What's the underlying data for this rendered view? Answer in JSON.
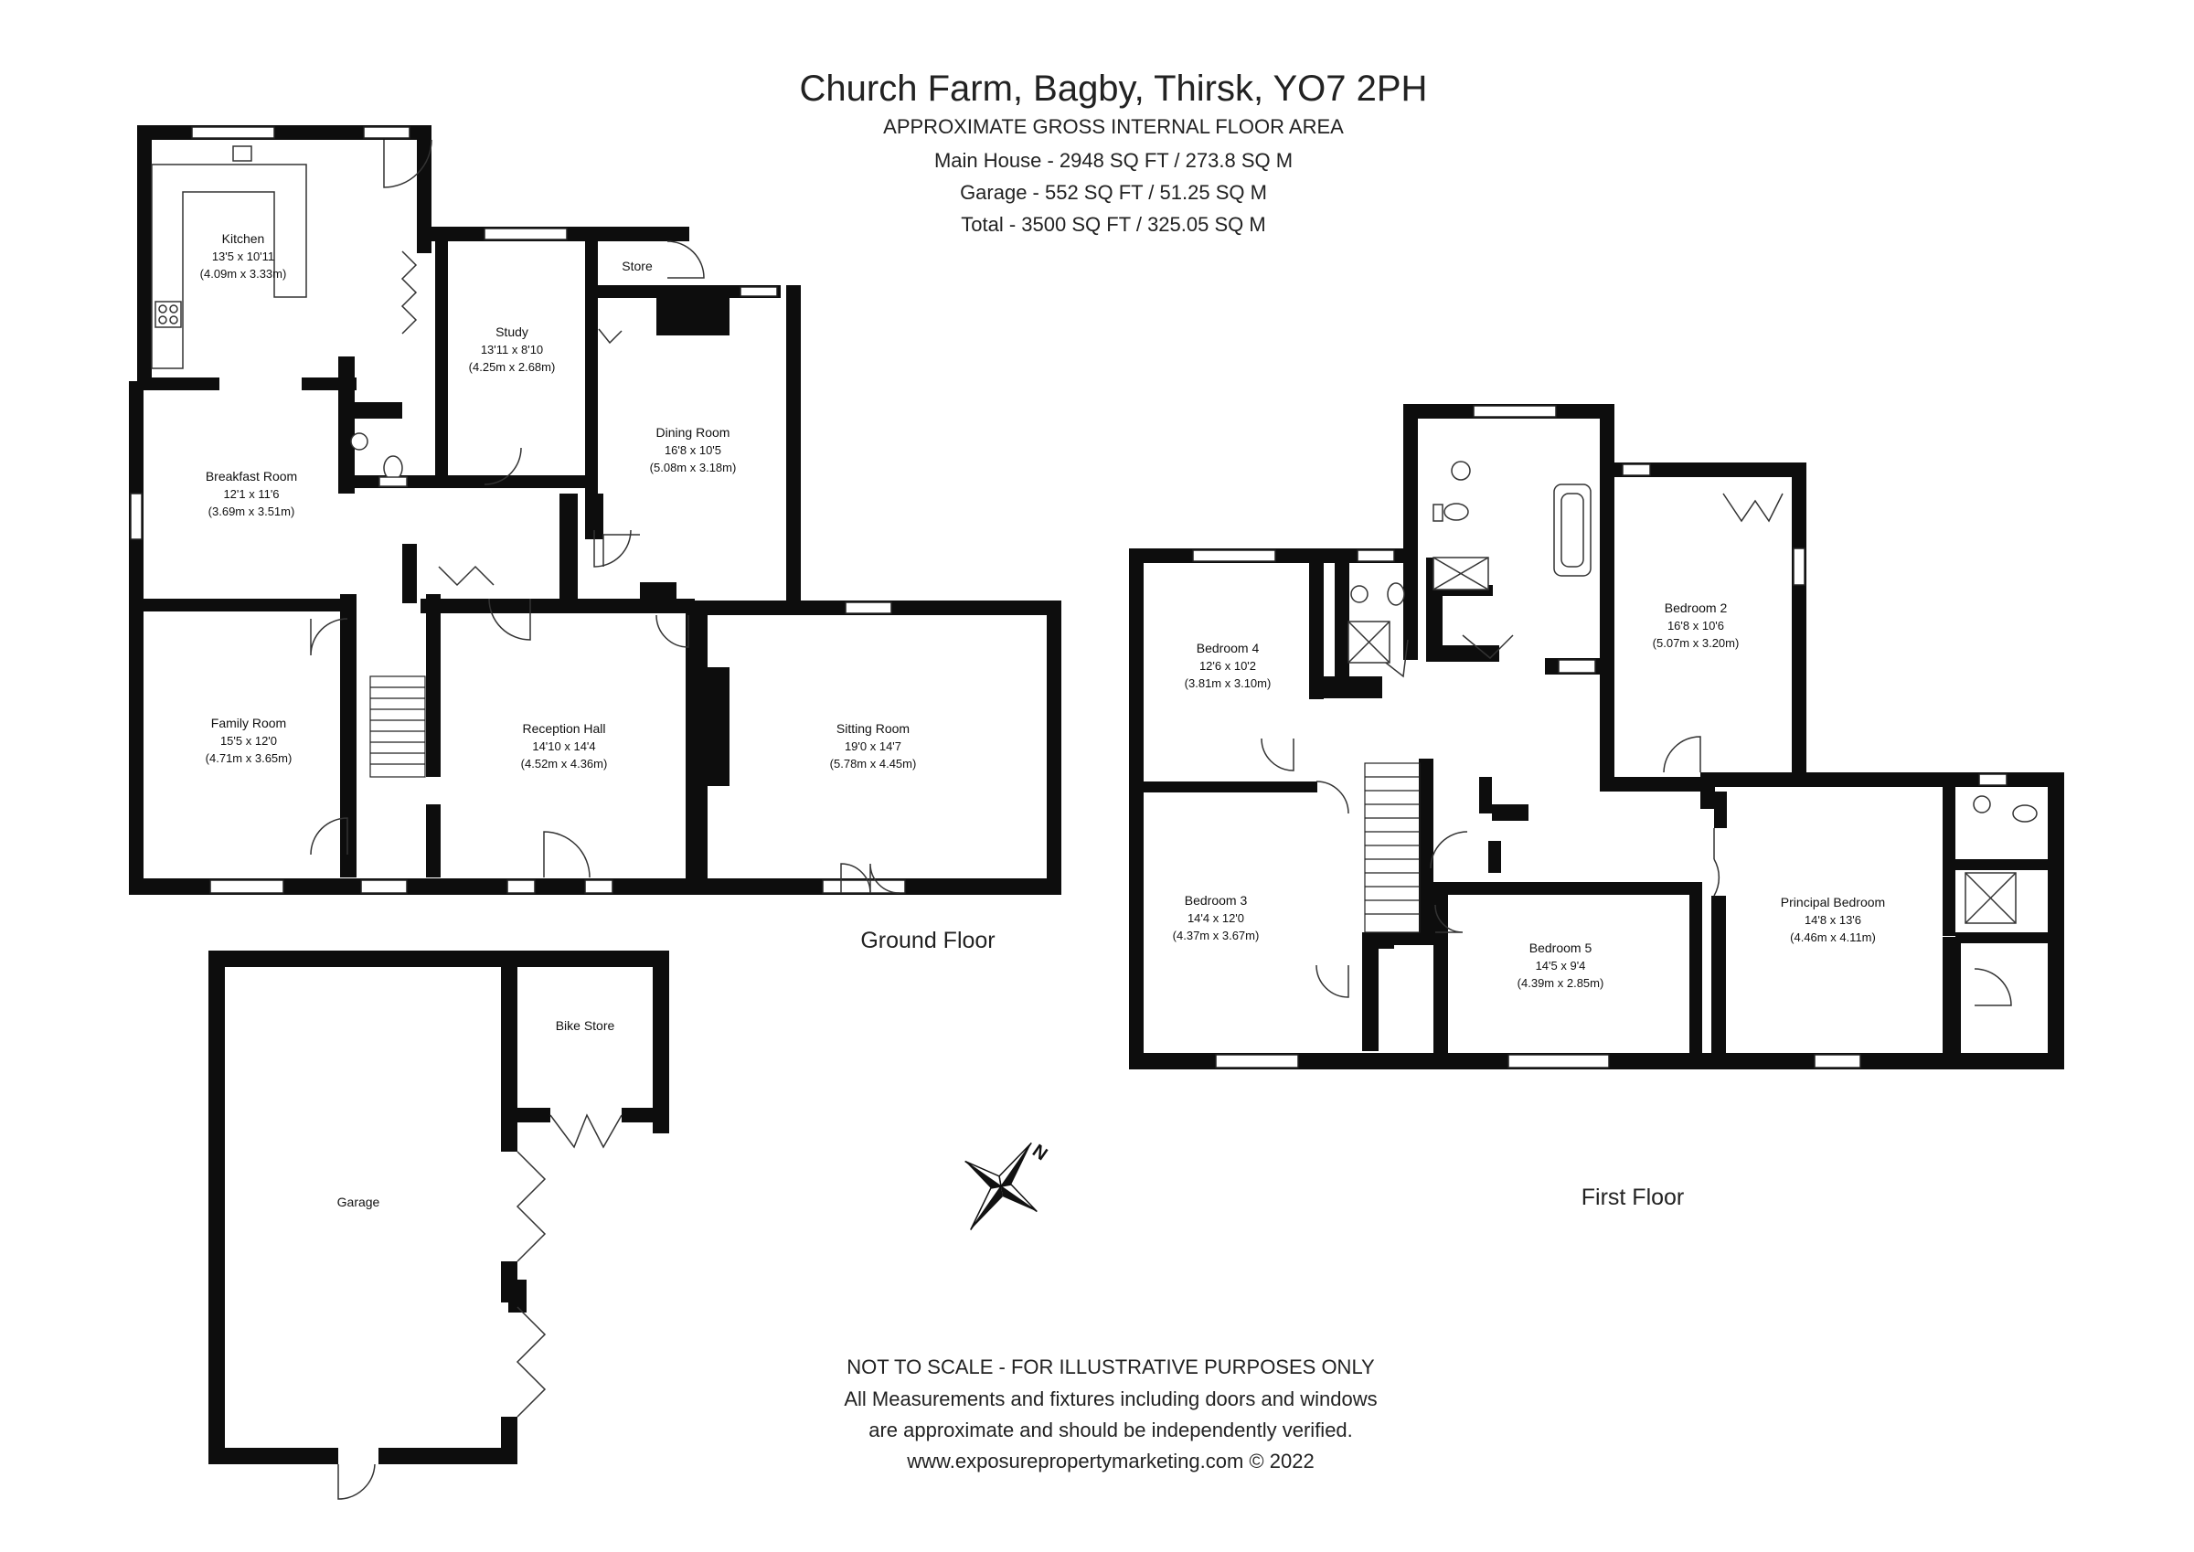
{
  "header": {
    "title": "Church Farm, Bagby, Thirsk, YO7 2PH",
    "area_heading": "APPROXIMATE GROSS INTERNAL FLOOR AREA",
    "main_house": "Main House - 2948 SQ FT / 273.8 SQ M",
    "garage": "Garage - 552 SQ FT / 51.25 SQ M",
    "total": "Total - 3500 SQ FT / 325.05 SQ M"
  },
  "floors": {
    "ground": "Ground Floor",
    "first": "First Floor"
  },
  "rooms": {
    "kitchen": {
      "name": "Kitchen",
      "imperial": "13'5 x 10'11",
      "metric": "(4.09m x 3.33m)"
    },
    "study": {
      "name": "Study",
      "imperial": "13'11 x 8'10",
      "metric": "(4.25m x 2.68m)"
    },
    "store": {
      "name": "Store"
    },
    "dining": {
      "name": "Dining Room",
      "imperial": "16'8 x 10'5",
      "metric": "(5.08m x 3.18m)"
    },
    "breakfast": {
      "name": "Breakfast Room",
      "imperial": "12'1 x 11'6",
      "metric": "(3.69m x 3.51m)"
    },
    "family": {
      "name": "Family Room",
      "imperial": "15'5 x 12'0",
      "metric": "(4.71m x 3.65m)"
    },
    "reception": {
      "name": "Reception Hall",
      "imperial": "14'10 x 14'4",
      "metric": "(4.52m x 4.36m)"
    },
    "sitting": {
      "name": "Sitting Room",
      "imperial": "19'0 x 14'7",
      "metric": "(5.78m x 4.45m)"
    },
    "bike_store": {
      "name": "Bike Store"
    },
    "garage": {
      "name": "Garage"
    },
    "bedroom4": {
      "name": "Bedroom 4",
      "imperial": "12'6 x 10'2",
      "metric": "(3.81m x 3.10m)"
    },
    "bedroom3": {
      "name": "Bedroom 3",
      "imperial": "14'4 x 12'0",
      "metric": "(4.37m x 3.67m)"
    },
    "bedroom2": {
      "name": "Bedroom 2",
      "imperial": "16'8 x 10'6",
      "metric": "(5.07m x 3.20m)"
    },
    "bedroom5": {
      "name": "Bedroom 5",
      "imperial": "14'5 x 9'4",
      "metric": "(4.39m x 2.85m)"
    },
    "principal": {
      "name": "Principal Bedroom",
      "imperial": "14'8 x 13'6",
      "metric": "(4.46m x 4.11m)"
    }
  },
  "compass": {
    "label": "N",
    "icon": "compass-rose-icon"
  },
  "disclaimer": {
    "line1": "NOT TO SCALE - FOR ILLUSTRATIVE PURPOSES ONLY",
    "line2": "All Measurements and fixtures including doors and windows",
    "line3": "are approximate and should be independently verified.",
    "line4": "www.exposurepropertymarketing.com © 2022"
  }
}
